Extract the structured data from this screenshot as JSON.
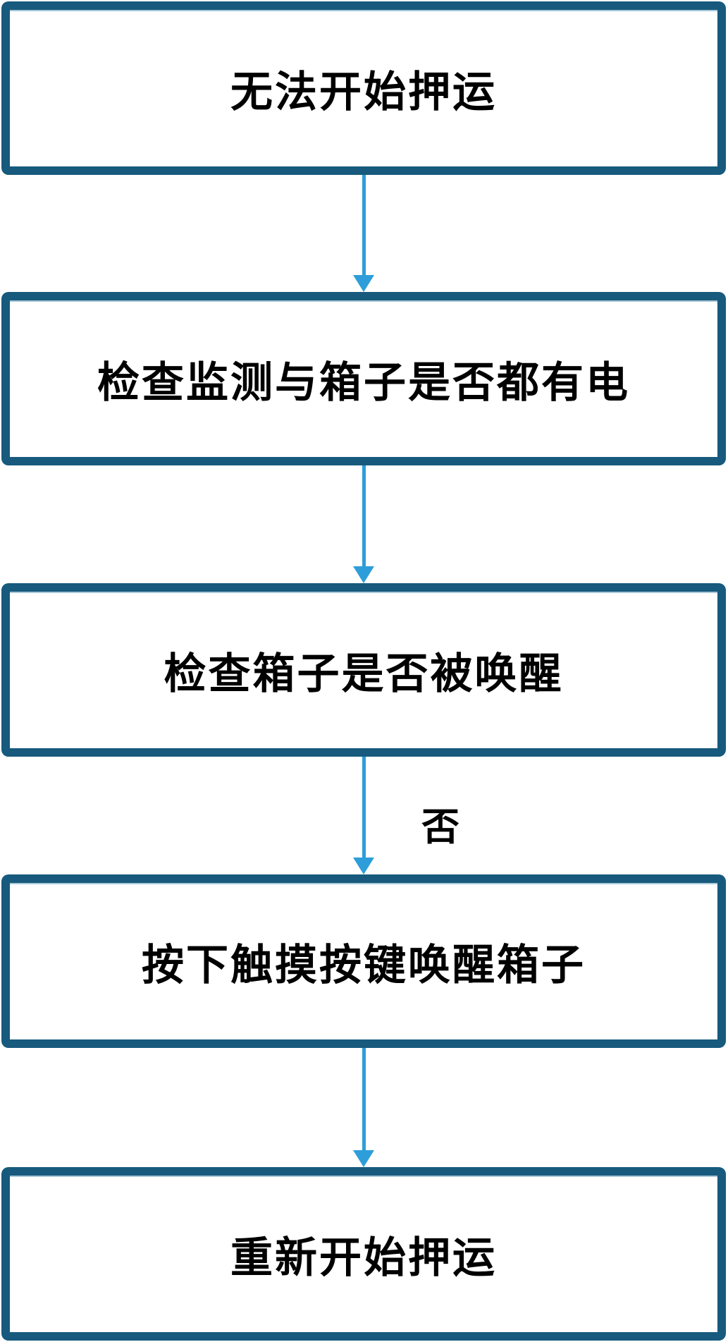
{
  "flowchart": {
    "type": "flowchart",
    "direction": "top-down",
    "nodes": [
      {
        "id": "node-1",
        "label": "无法开始押运"
      },
      {
        "id": "node-2",
        "label": "检查监测与箱子是否都有电"
      },
      {
        "id": "node-3",
        "label": "检查箱子是否被唤醒"
      },
      {
        "id": "node-4",
        "label": "按下触摸按键唤醒箱子"
      },
      {
        "id": "node-5",
        "label": "重新开始押运"
      }
    ],
    "edges": [
      {
        "from": "node-1",
        "to": "node-2",
        "label": ""
      },
      {
        "from": "node-2",
        "to": "node-3",
        "label": ""
      },
      {
        "from": "node-3",
        "to": "node-4",
        "label": "否"
      },
      {
        "from": "node-4",
        "to": "node-5",
        "label": ""
      }
    ],
    "colors": {
      "box_border": "#175A7D",
      "arrow": "#2D9ED9",
      "text": "#000000",
      "background": "#FFFFFF"
    }
  }
}
